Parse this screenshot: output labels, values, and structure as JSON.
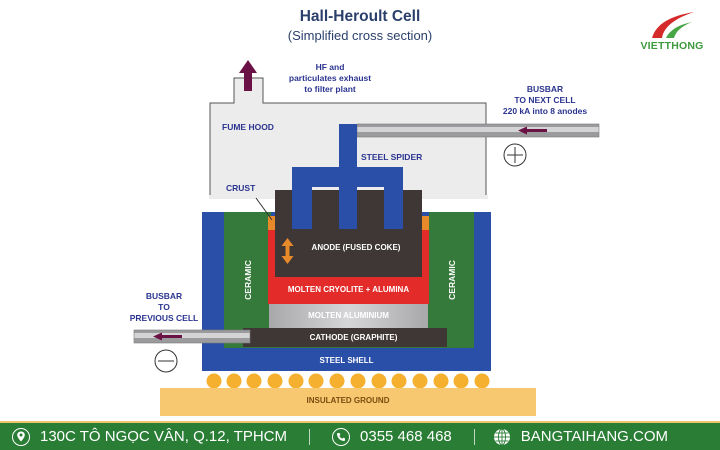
{
  "header": {
    "title": "Hall-Heroult Cell",
    "subtitle": "(Simplified cross section)"
  },
  "logo": {
    "brand": "VIETTHONG",
    "colors": {
      "swoosh_red": "#d42a2a",
      "swoosh_green": "#48a646",
      "text": "#3d9a3e"
    }
  },
  "diagram": {
    "labels": {
      "exhaust_line1": "HF and",
      "exhaust_line2": "particulates exhaust",
      "exhaust_line3": "to filter plant",
      "busbar_next_line1": "BUSBAR",
      "busbar_next_line2": "TO NEXT CELL",
      "busbar_next_line3": "220 kA into 8 anodes",
      "fume_hood": "FUME HOOD",
      "steel_spider": "STEEL SPIDER",
      "crust": "CRUST",
      "anode": "ANODE (FUSED COKE)",
      "ceramic_left": "CERAMIC",
      "ceramic_right": "CERAMIC",
      "molten_cryolite": "MOLTEN CRYOLITE + ALUMINA",
      "molten_aluminium": "MOLTEN ALUMINIUM",
      "cathode": "CATHODE (GRAPHITE)",
      "steel_shell": "STEEL SHELL",
      "insulated_ground": "INSULATED GROUND",
      "busbar_prev_line1": "BUSBAR",
      "busbar_prev_line2": "TO",
      "busbar_prev_line3": "PREVIOUS CELL"
    },
    "symbols": {
      "positive_terminal": "+",
      "negative_terminal": "−"
    },
    "colors": {
      "steel_blue": "#2a4fa8",
      "ceramic_green": "#357a3a",
      "anode_dark": "#3e3736",
      "cryolite_red": "#e32b2a",
      "aluminium_grey": "#b9b9bb",
      "crust_orange": "#e88a2a",
      "ground_yellow": "#f8c870",
      "insulator_dot": "#f5b030",
      "hood_grey": "#ececed",
      "arrow_purple": "#6a1245",
      "label_navy": "#2b3590"
    }
  },
  "footer": {
    "address": "130C TÔ NGỌC VÂN, Q.12, TPHCM",
    "phone": "0355 468 468",
    "website": "BANGTAIHANG.COM",
    "bg_color": "#2a7d35"
  }
}
